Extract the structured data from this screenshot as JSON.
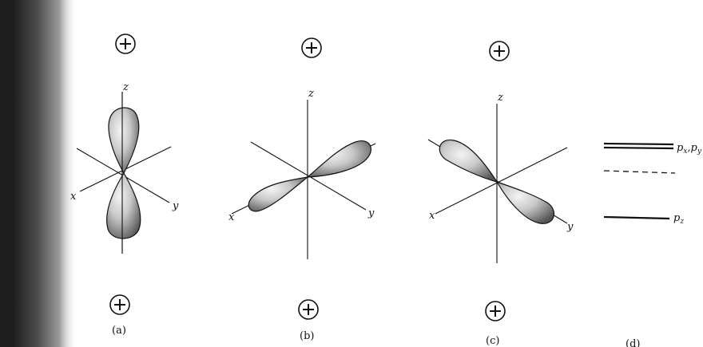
{
  "panels": [
    {
      "label": "(a)",
      "axes": {
        "x": "x",
        "y": "y",
        "z": "z"
      }
    },
    {
      "label": "(b)",
      "axes": {
        "x": "x",
        "y": "y",
        "z": "z"
      }
    },
    {
      "label": "(c)",
      "axes": {
        "x": "x",
        "y": "y",
        "z": "z"
      }
    },
    {
      "label": "(d)"
    }
  ],
  "charge_symbol": "+",
  "energy_levels": {
    "upper": {
      "main": "p",
      "sub1": "x",
      "sep": ",",
      "sub2": "y",
      "main2": "p"
    },
    "lower": {
      "main": "p",
      "sub": "z"
    }
  },
  "colors": {
    "ink": "#111111",
    "lobe_light": "#f2f2f2",
    "lobe_dark": "#5a5a5a",
    "page_shadow": "#2e2e2e"
  }
}
